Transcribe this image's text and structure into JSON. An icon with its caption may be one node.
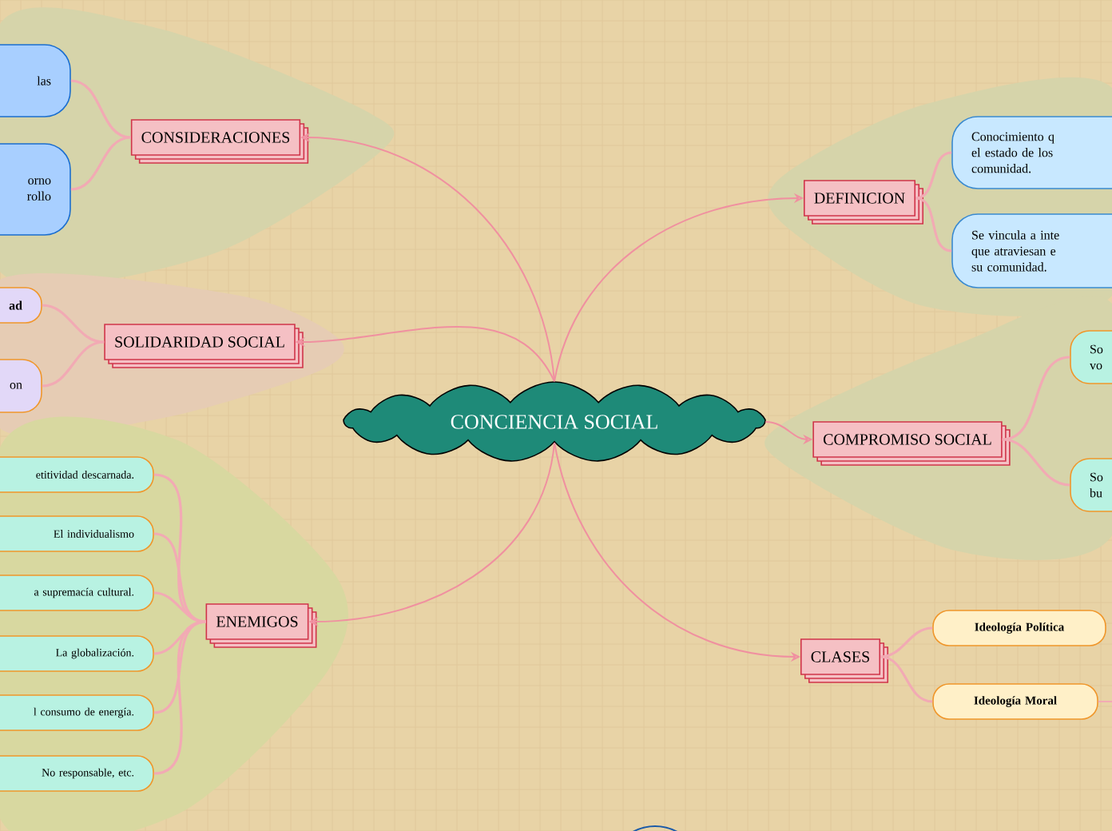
{
  "diagram": {
    "nodes": [
      {
        "text": [
          "CONCIENCIA SOCIAL"
        ]
      },
      {
        "text": [
          "CONSIDERACIONES"
        ]
      },
      {
        "text": [
          "las"
        ]
      },
      {
        "text": [
          "orno rollo"
        ]
      },
      {
        "text": [
          "SOLIDARIDAD SOCIAL"
        ]
      },
      {
        "text": [
          "ad"
        ]
      },
      {
        "text": [
          "on"
        ]
      },
      {
        "text": [
          "ENEMIGOS"
        ]
      },
      {
        "text": [
          "etitividad descarnada."
        ]
      },
      {
        "text": [
          "El individualismo"
        ]
      },
      {
        "text": [
          "a supremacía cultural."
        ]
      },
      {
        "text": [
          "La globalización."
        ]
      },
      {
        "text": [
          "l consumo de energía."
        ]
      },
      {
        "text": [
          "No responsable, etc."
        ]
      },
      {
        "text": [
          "DEFINICION"
        ]
      },
      {
        "text": [
          "Conocimiento q el estado de los comunidad."
        ]
      },
      {
        "text": [
          "Se vincula a inte que atraviesan e su comunidad."
        ]
      },
      {
        "text": [
          "COMPROMISO SOCIAL"
        ]
      },
      {
        "text": [
          "So vo"
        ]
      },
      {
        "text": [
          "So bu"
        ]
      },
      {
        "text": [
          "CLASES"
        ]
      },
      {
        "text": [
          "Ideología Política"
        ]
      },
      {
        "text": [
          "Ideología Moral"
        ]
      },
      {
        "text": [],
        "shape": "cloud"
      }
    ],
    "edges": [
      {
        "from": 0,
        "to": 1,
        "arrow": "to"
      },
      {
        "from": 0,
        "to": 4,
        "arrow": "to"
      },
      {
        "from": 0,
        "to": 7,
        "arrow": "to"
      },
      {
        "from": 0,
        "to": 14,
        "arrow": "to"
      },
      {
        "from": 0,
        "to": 17,
        "arrow": "to"
      },
      {
        "from": 0,
        "to": 20,
        "arrow": "to"
      },
      {
        "from": 1,
        "to": 2,
        "arrow": "none"
      },
      {
        "from": 1,
        "to": 3,
        "arrow": "none"
      },
      {
        "from": 4,
        "to": 5,
        "arrow": "none"
      },
      {
        "from": 4,
        "to": 6,
        "arrow": "none"
      },
      {
        "from": 7,
        "to": 8,
        "arrow": "none"
      },
      {
        "from": 7,
        "to": 9,
        "arrow": "none"
      },
      {
        "from": 7,
        "to": 10,
        "arrow": "none"
      },
      {
        "from": 7,
        "to": 11,
        "arrow": "none"
      },
      {
        "from": 7,
        "to": 12,
        "arrow": "none"
      },
      {
        "from": 7,
        "to": 13,
        "arrow": "none"
      },
      {
        "from": 14,
        "to": 15,
        "arrow": "none"
      },
      {
        "from": 14,
        "to": 16,
        "arrow": "none"
      },
      {
        "from": 17,
        "to": 18,
        "arrow": "none"
      },
      {
        "from": 17,
        "to": 19,
        "arrow": "none"
      },
      {
        "from": 20,
        "to": 21,
        "arrow": "none"
      },
      {
        "from": 20,
        "to": 22,
        "arrow": "none"
      },
      {
        "from": 22,
        "to": null,
        "arrow": "none"
      }
    ]
  }
}
